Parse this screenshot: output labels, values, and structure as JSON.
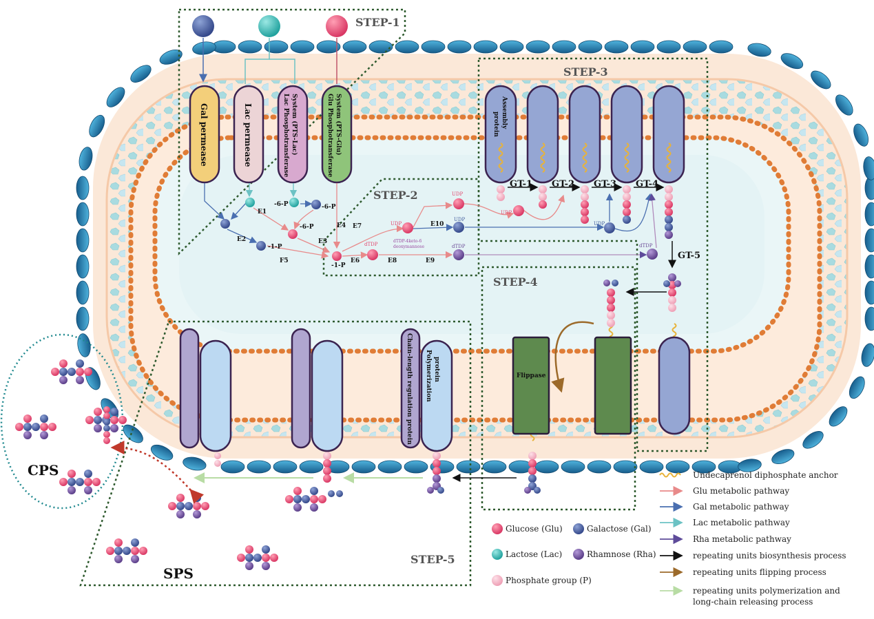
{
  "steps": {
    "step1": "STEP-1",
    "step2": "STEP-2",
    "step3": "STEP-3",
    "step4": "STEP-4",
    "step5": "STEP-5"
  },
  "proteins": {
    "gal_permease": "Gal permease",
    "lac_permease": "Lac permease",
    "lac_pts_1": "Lac Phosphotransferase",
    "lac_pts_2": "System (PTS-Lac)",
    "glu_pts_1": "Glu Phosphotransferase",
    "glu_pts_2": "System (PTS-Glu)",
    "assembly_1": "Assembly",
    "assembly_2": "protein",
    "flippase": "Flippase",
    "chain_length": "Chain-length regulation protein",
    "polymerization_1": "Polymerization",
    "polymerization_2": "protein"
  },
  "enzymes": [
    "E1",
    "E2",
    "E3",
    "E4",
    "F5",
    "E6",
    "E7",
    "E8",
    "E9",
    "E10"
  ],
  "glycosyltransferases": [
    "GT-1",
    "GT-2",
    "GT-3",
    "GT-4",
    "GT-5"
  ],
  "metabolites": {
    "p6": "-6-P",
    "p1": "-1-P",
    "udp": "UDP",
    "dtdp": "dTDP",
    "dtdp_keto_1": "dTDP-4keto-6",
    "dtdp_keto_2": "deoxymannose"
  },
  "labels": {
    "cps": "CPS",
    "sps": "SPS"
  },
  "legend": {
    "sugars": [
      {
        "name": "Glucose (Glu)",
        "color": "#e2476e"
      },
      {
        "name": "Galactose (Gal)",
        "color": "#3f5a9c"
      },
      {
        "name": "Lactose (Lac)",
        "color": "#2fb5b0"
      },
      {
        "name": "Rhamnose (Rha)",
        "color": "#6a4a96"
      },
      {
        "name": "Phosphate group (P)",
        "color": "#f4b6c8"
      }
    ],
    "lines": [
      {
        "name": "Undecaprenol diphosphate anchor",
        "color": "#e8b33a",
        "kind": "wave"
      },
      {
        "name": "Glu metabolic pathway",
        "color": "#e88a8a",
        "kind": "arrow"
      },
      {
        "name": "Gal metabolic pathway",
        "color": "#4a6fb0",
        "kind": "arrow"
      },
      {
        "name": "Lac metabolic pathway",
        "color": "#6cc2c4",
        "kind": "arrow"
      },
      {
        "name": "Rha metabolic pathway",
        "color": "#5e4b9a",
        "kind": "arrow"
      },
      {
        "name": "repeating units biosynthesis process",
        "color": "#111111",
        "kind": "arrow"
      },
      {
        "name": "repeating units flipping process",
        "color": "#9c6a2a",
        "kind": "arrow"
      },
      {
        "name": "repeating units polymerization and",
        "color": "#b8dca4",
        "kind": "arrow"
      },
      {
        "name": "long-chain releasing process",
        "color": "#b8dca4",
        "kind": "none"
      }
    ]
  },
  "colors": {
    "glucose": "#e2476e",
    "galactose": "#3f5a9c",
    "lactose": "#2fb5b0",
    "rhamnose": "#6a4a96",
    "phosphate": "#f4b6c8",
    "outer_membrane": "#1f7fb0",
    "lipid_head": "#e07c36",
    "cytoplasm": "#eaf6f7",
    "step_box": "#2e5a2e"
  }
}
